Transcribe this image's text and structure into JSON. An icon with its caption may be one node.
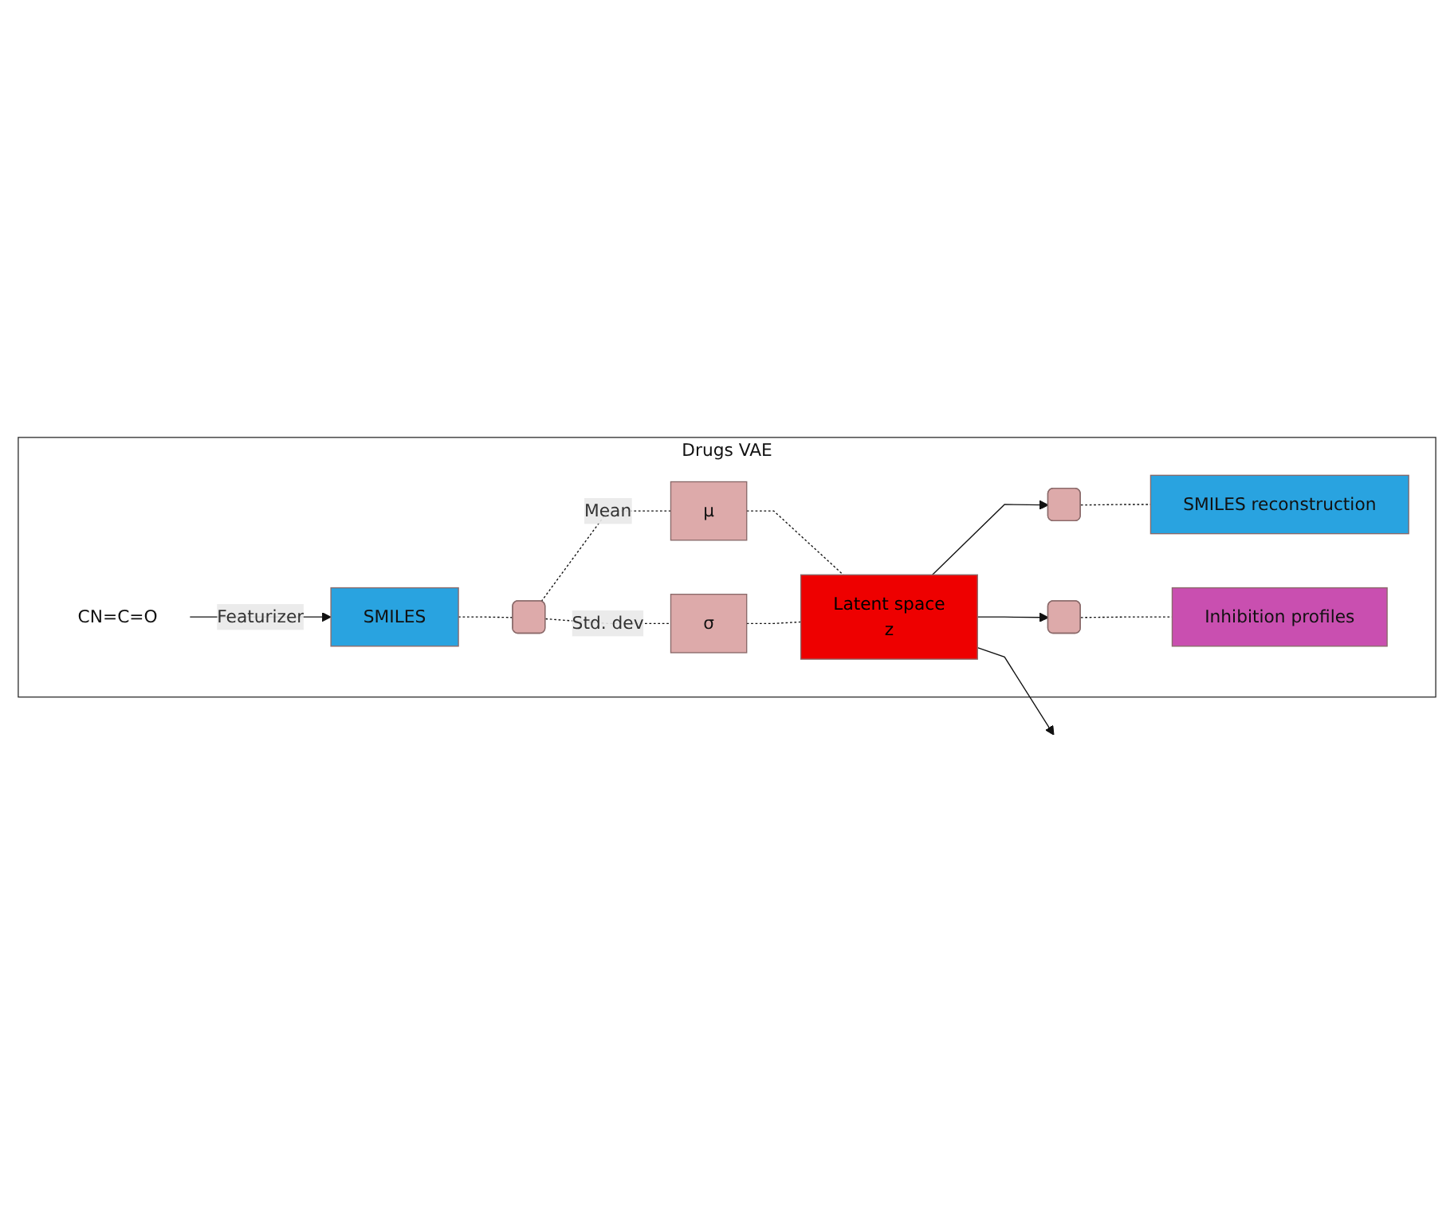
{
  "diagram": {
    "nodes": [
      {
        "text": [
          "Drugs VAE"
        ]
      },
      {
        "text": [
          "CN=C=O"
        ],
        "in": 0
      },
      {
        "text": [
          "SMILES"
        ],
        "in": 0
      },
      {
        "text": [],
        "shape": "bar",
        "in": 0
      },
      {
        "text": [
          "μ"
        ],
        "in": 0
      },
      {
        "text": [
          "σ"
        ],
        "in": 0
      },
      {
        "text": [
          "Latent space",
          "z"
        ],
        "in": 0
      },
      {
        "text": [],
        "shape": "bar",
        "in": 0
      },
      {
        "text": [
          "SMILES reconstruction"
        ],
        "in": 0
      },
      {
        "text": [],
        "shape": "bar",
        "in": 0
      },
      {
        "text": [
          "Inhibition profiles"
        ],
        "in": 0
      }
    ],
    "edges": [
      {
        "from": 1,
        "to": 2,
        "arrow": "to",
        "label": "Featurizer"
      },
      {
        "from": 2,
        "to": 3,
        "arrow": "none",
        "style": "dashed"
      },
      {
        "from": 3,
        "to": 4,
        "arrow": "none",
        "style": "dashed",
        "label": "Mean"
      },
      {
        "from": 3,
        "to": 5,
        "arrow": "none",
        "style": "dashed",
        "label": "Std. dev"
      },
      {
        "from": 4,
        "to": 6,
        "arrow": "none",
        "style": "dashed"
      },
      {
        "from": 5,
        "to": 6,
        "arrow": "none",
        "style": "dashed"
      },
      {
        "from": 6,
        "to": 7,
        "arrow": "to"
      },
      {
        "from": 6,
        "to": 9,
        "arrow": "to"
      },
      {
        "from": 7,
        "to": 8,
        "arrow": "none",
        "style": "dashed"
      },
      {
        "from": 9,
        "to": 10,
        "arrow": "none",
        "style": "dashed"
      },
      {
        "from": 6,
        "to": null,
        "arrow": "to"
      }
    ]
  }
}
